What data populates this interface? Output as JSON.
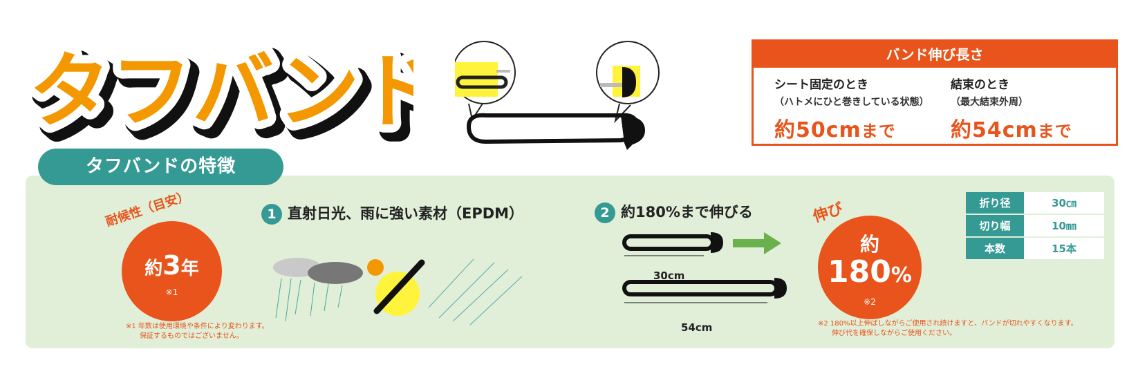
{
  "logo": {
    "text": "タフバンド"
  },
  "length_box": {
    "title": "バンド伸び長さ",
    "sheet": {
      "label": "シート固定のとき",
      "sub": "（ハトメにひと巻きしている状態）",
      "value": "約50cm",
      "suffix": "まで"
    },
    "bundle": {
      "label": "結束のとき",
      "sub": "（最大結束外周）",
      "value": "約54cm",
      "suffix": "まで"
    }
  },
  "features_tab": "タフバンドの特徴",
  "durability": {
    "heading": "耐候性（目安）",
    "prefix": "約",
    "value": "3",
    "unit": "年",
    "note_mark": "※1",
    "footnote_1": "※1 年数は使用環境や条件により変わります。",
    "footnote_2": "保証するものではございません。"
  },
  "feature1": {
    "num": "1",
    "text": "直射日光、雨に強い素材（EPDM）"
  },
  "feature2": {
    "num": "2",
    "text": "約180%まで伸びる"
  },
  "stretch": {
    "dim_short": "30cm",
    "dim_long": "54cm",
    "heading": "伸び",
    "prefix": "約",
    "value": "180",
    "unit": "%",
    "note_mark": "※2",
    "footnote_1": "※2 180%以上伸ばしながらご使用され続けますと、バンドが切れやすくなります。",
    "footnote_2": "伸び代を確保しながらご使用ください。"
  },
  "spec": [
    {
      "key": "折り径",
      "value": "30㎝"
    },
    {
      "key": "切り幅",
      "value": "10㎜"
    },
    {
      "key": "本数",
      "value": "15本"
    }
  ],
  "colors": {
    "orange": "#e8541b",
    "teal": "#359a93",
    "panel": "#e1efd9",
    "logo": "#f39800",
    "arrow": "#6ab04c"
  }
}
